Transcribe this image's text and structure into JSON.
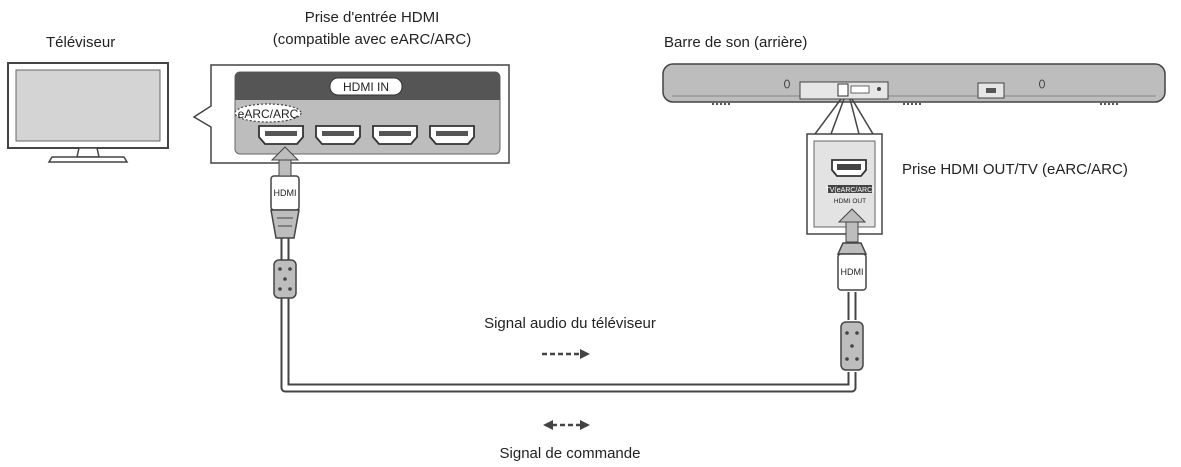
{
  "labels": {
    "tv": "Téléviseur",
    "hdmi_in_line1": "Prise d'entrée HDMI",
    "hdmi_in_line2": "(compatible avec eARC/ARC)",
    "soundbar": "Barre de son (arrière)",
    "hdmi_out_jack": "Prise HDMI OUT/TV (eARC/ARC)",
    "audio_signal": "Signal audio du téléviseur",
    "control_signal": "Signal de commande"
  },
  "tv_panel": {
    "header": "HDMI IN",
    "earc_tag": "eARC/ARC"
  },
  "cable": {
    "plug_left": "HDMI",
    "plug_right": "HDMI"
  },
  "soundbar_jack": {
    "line1": "TV(eARC/ARC)",
    "line2": "HDMI OUT"
  },
  "colors": {
    "line": "#444444",
    "gray_fill": "#bdbdbd",
    "dark_fill": "#555555",
    "screen": "#d4d4d4"
  }
}
